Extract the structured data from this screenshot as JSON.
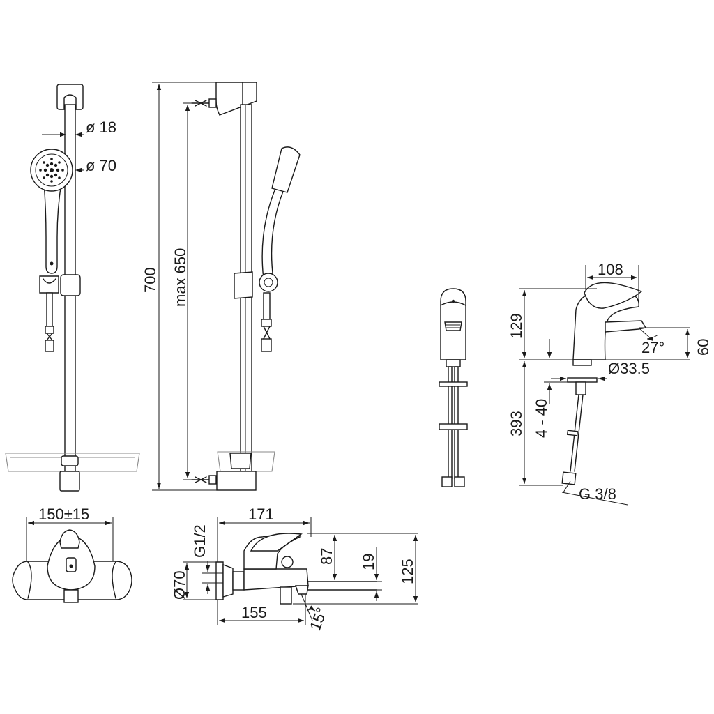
{
  "dimensions": {
    "rail_diameter": "ø 18",
    "handshower_diameter": "ø 70",
    "rail_length": "700",
    "fixing_distance": "max 650",
    "mixer_width": "150±15",
    "spout_length": "171",
    "inlet_thread": "G1/2",
    "escutcheon_diameter": "Ø70",
    "body_height": "87",
    "spout_height": "19",
    "overall_height": "125",
    "outlet_projection": "155",
    "outlet_angle": "15°",
    "basin_projection": "108",
    "basin_height": "129",
    "basin_flow_angle": "27°",
    "basin_spout_height": "60",
    "basin_base_diameter": "Ø33.5",
    "hose_length": "393",
    "deck_thickness": "4 - 40",
    "connection_thread": "G 3/8"
  }
}
